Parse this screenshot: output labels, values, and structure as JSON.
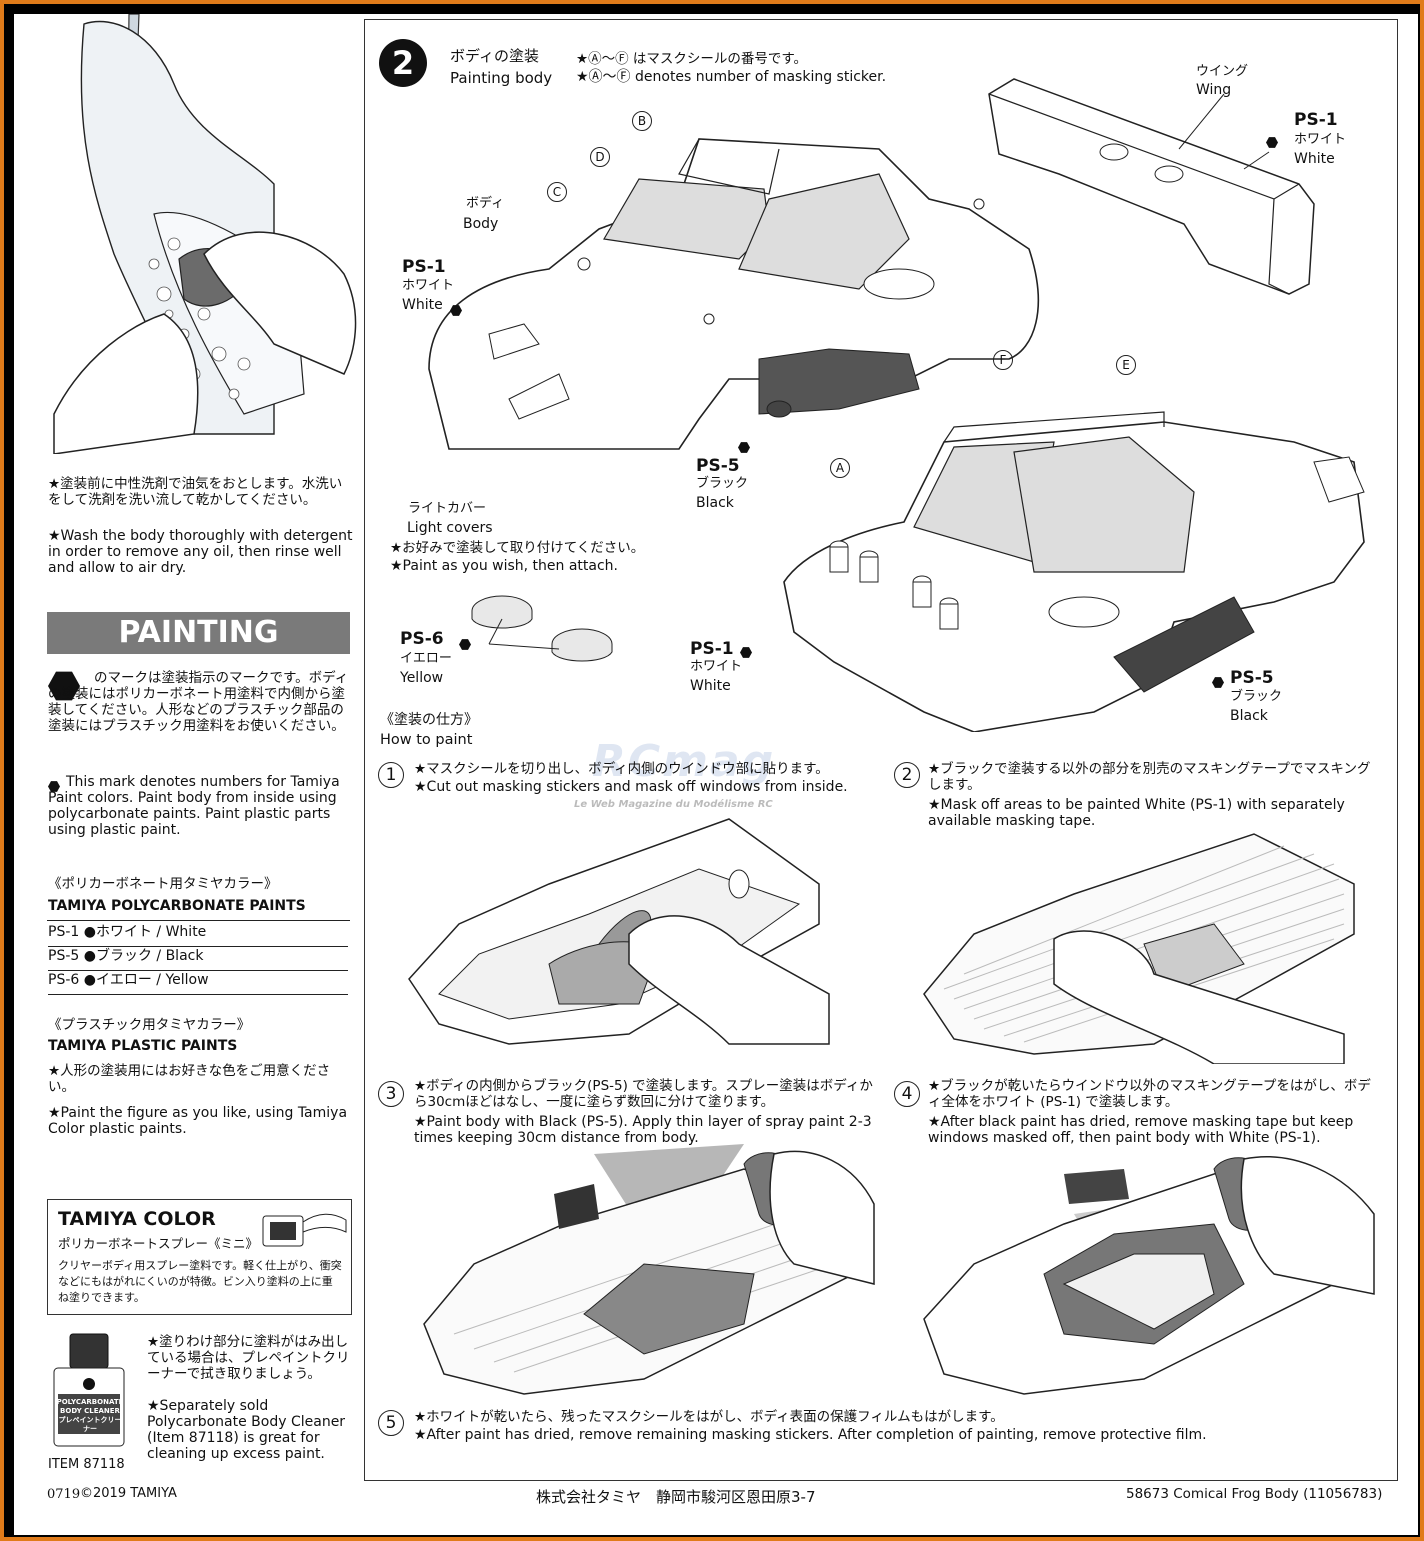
{
  "left": {
    "wash_jp": "★塗装前に中性洗剤で油気をおとします。水洗いをして洗剤を洗い流して乾かしてください。",
    "wash_en": "★Wash the body thoroughly with detergent in order to remove any oil, then rinse well and allow to air dry.",
    "painting_title": "PAINTING",
    "mark_jp": "のマークは塗装指示のマークです。ボディの塗装にはポリカーボネート用塗料で内側から塗装してください。人形などのプラスチック部品の塗装にはプラスチック用塗料をお使いください。",
    "mark_en": "This mark denotes numbers for Tamiya Paint colors. Paint body from inside using polycarbonate paints. Paint plastic parts using plastic paint.",
    "poly_heading_jp": "《ポリカーボネート用タミヤカラー》",
    "poly_heading_en": "TAMIYA POLYCARBONATE PAINTS",
    "paints": [
      {
        "code": "PS-1",
        "name": "●ホワイト / White"
      },
      {
        "code": "PS-5",
        "name": "●ブラック / Black"
      },
      {
        "code": "PS-6",
        "name": "●イエロー / Yellow"
      }
    ],
    "plastic_heading_jp": "《プラスチック用タミヤカラー》",
    "plastic_heading_en": "TAMIYA PLASTIC PAINTS",
    "figure_jp": "★人形の塗装用にはお好きな色をご用意ください。",
    "figure_en": "★Paint the figure as you like, using Tamiya Color plastic paints.",
    "tamiya_color_title": "TAMIYA COLOR",
    "tamiya_color_sub": "ポリカーボネートスプレー《ミニ》",
    "tamiya_color_desc": "クリヤーボディ用スプレー塗料です。軽く仕上がり、衝突などにもはがれにくいのが特徴。ビン入り塗料の上に重ね塗りできます。",
    "cleaner_jp": "★塗りわけ部分に塗料がはみ出している場合は、プレペイントクリーナーで拭き取りましょう。",
    "cleaner_en": "★Separately sold Polycarbonate Body Cleaner (Item 87118) is great for cleaning up excess paint.",
    "bottle_label_1": "POLYCARBONATE",
    "bottle_label_2": "BODY CLEANER",
    "bottle_label_3": "プレペイントクリーナー",
    "item_no": "ITEM 87118"
  },
  "section": {
    "number": "2",
    "title_jp": "ボディの塗装",
    "title_en": "Painting body",
    "note_jp": "★Ⓐ～Ⓕ はマスクシールの番号です。",
    "note_en": "★Ⓐ～Ⓕ denotes number of masking sticker."
  },
  "labels": {
    "wing_jp": "ウイング",
    "wing_en": "Wing",
    "body_jp": "ボディ",
    "body_en": "Body",
    "light_jp": "ライトカバー",
    "light_en": "Light covers",
    "light_note_jp": "★お好みで塗装して取り付けてください。",
    "light_note_en": "★Paint as you wish, then attach.",
    "ps1": "PS-1",
    "white_jp": "ホワイト",
    "white_en": "White",
    "ps5": "PS-5",
    "black_jp": "ブラック",
    "black_en": "Black",
    "ps6": "PS-6",
    "yellow_jp": "イエロー",
    "yellow_en": "Yellow",
    "stickers": [
      "A",
      "B",
      "C",
      "D",
      "E",
      "F"
    ]
  },
  "howto": {
    "title_jp": "《塗装の仕方》",
    "title_en": "How to paint",
    "steps": [
      {
        "n": "1",
        "jp": "★マスクシールを切り出し、ボディ内側のウインドウ部に貼ります。",
        "en": "★Cut out masking stickers and mask off windows from inside."
      },
      {
        "n": "2",
        "jp": "★ブラックで塗装する以外の部分を別売のマスキングテープでマスキングします。",
        "en": "★Mask off areas to be painted White (PS-1) with separately available masking tape."
      },
      {
        "n": "3",
        "jp": "★ボディの内側からブラック(PS-5) で塗装します。スプレー塗装はボディから30cmほどはなし、一度に塗らず数回に分けて塗ります。",
        "en": "★Paint body with Black (PS-5). Apply thin layer of spray paint 2-3 times keeping 30cm distance from body."
      },
      {
        "n": "4",
        "jp": "★ブラックが乾いたらウインドウ以外のマスキングテープをはがし、ボディ全体をホワイト (PS-1) で塗装します。",
        "en": "★After black paint has dried, remove masking tape but keep windows masked off, then paint body with White (PS-1)."
      },
      {
        "n": "5",
        "jp": "★ホワイトが乾いたら、残ったマスクシールをはがし、ボディ表面の保護フィルムもはがします。",
        "en": "★After paint has dried, remove remaining masking stickers. After completion of painting, remove protective film."
      }
    ]
  },
  "watermark": {
    "logo": "RCmag",
    "tagline": "Le Web Magazine du Modélisme RC"
  },
  "footer": {
    "code": "0719",
    "copyright": "©2019 TAMIYA",
    "company": "株式会社タミヤ　静岡市駿河区恩田原3-7",
    "product": "58673 Comical Frog Body (11056783)"
  }
}
